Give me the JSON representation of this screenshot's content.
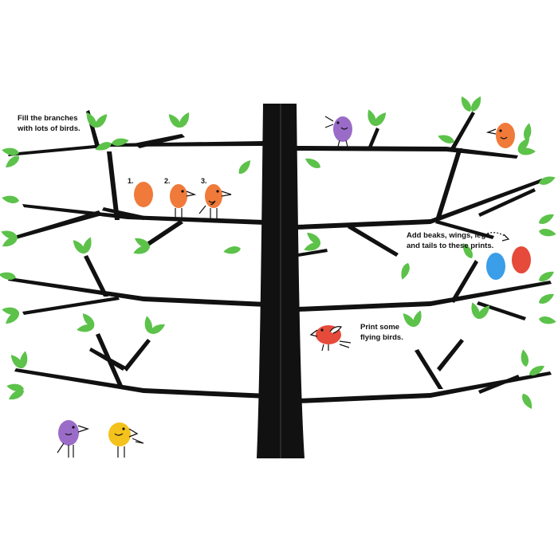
{
  "instructions": {
    "fill_branches": [
      "Fill the branches",
      "with lots of birds."
    ],
    "add_features": [
      "Add beaks, wings, legs",
      "and tails to these prints."
    ],
    "flying_birds": [
      "Print some",
      "flying birds."
    ]
  },
  "steps": [
    "1.",
    "2.",
    "3."
  ],
  "colors": {
    "trunk": "#111111",
    "leaf": "#5cc24a",
    "bird_orange": "#f07a3a",
    "bird_purple": "#9a6cc8",
    "bird_yellow": "#f4c21c",
    "bird_red": "#e54a3a",
    "print_blue": "#3a9ee8"
  }
}
